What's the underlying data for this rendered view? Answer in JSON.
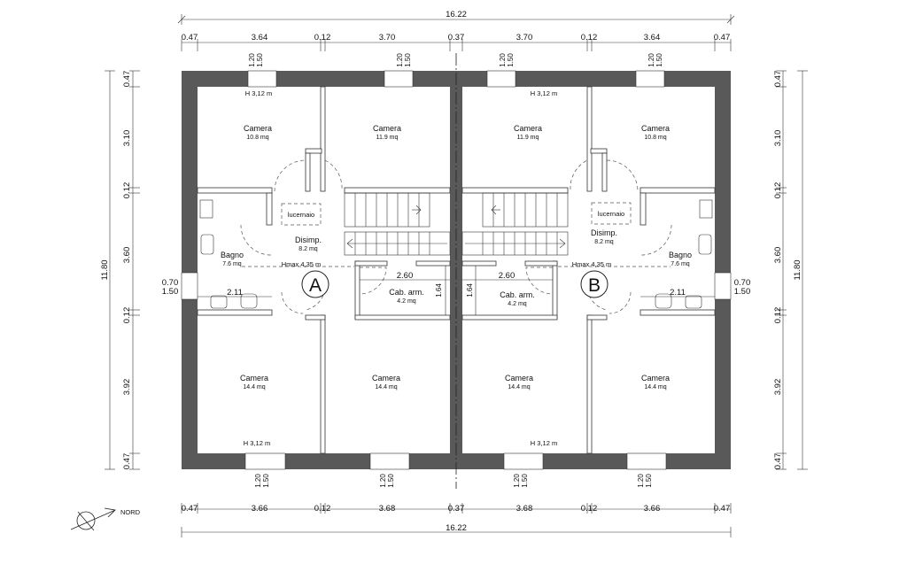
{
  "dims": {
    "total_top": "16.22",
    "total_bottom": "16.22",
    "top": [
      "0.47",
      "3.64",
      "0.12",
      "3.70",
      "0.37",
      "3.70",
      "0.12",
      "3.64",
      "0.47"
    ],
    "bottom": [
      "0.47",
      "3.66",
      "0.12",
      "3.68",
      "0.37",
      "3.68",
      "0.12",
      "3.66",
      "0.47"
    ],
    "left_total": "11.80",
    "right_total": "11.80",
    "vertical": [
      "0.47",
      "3.10",
      "0.12",
      "3.60",
      "0.12",
      "3.92",
      "0.47"
    ],
    "window_h": "1.20",
    "window_w": "1.50",
    "side_window_h": "0.70",
    "side_window_w": "1.50",
    "cab_width": "2.60",
    "cab_height": "1.64",
    "bath_width": "2.11"
  },
  "rooms": {
    "camera_label": "Camera",
    "area_10_8": "10.8  mq",
    "area_11_9": "11.9  mq",
    "area_14_4": "14.4  mq",
    "disimp_label": "Disimp.",
    "disimp_area": "8.2 mq",
    "bagno_label": "Bagno",
    "bagno_area": "7.6  mq",
    "cab_label": "Cab. arm.",
    "cab_area": "4.2 mq",
    "lucernaio": "lucernaio"
  },
  "notes": {
    "height": "H 3,12 m",
    "hmax": "Hmax 4,35 m"
  },
  "units": {
    "a": "A",
    "b": "B"
  },
  "compass": {
    "label": "NORD"
  }
}
